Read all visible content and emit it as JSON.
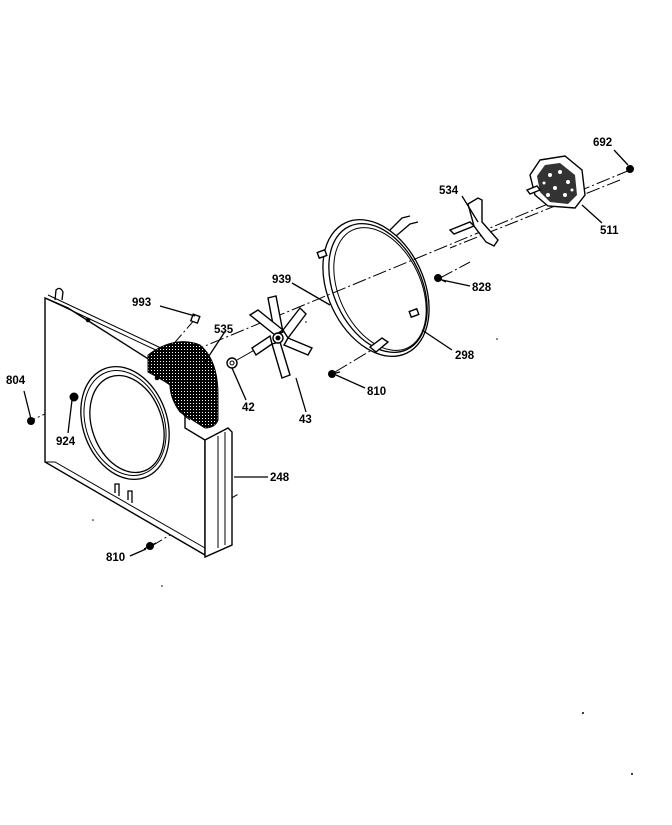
{
  "diagram": {
    "type": "exploded-parts-diagram",
    "subject": "Convection fan assembly",
    "parts": [
      {
        "id": "692",
        "label": "692",
        "description": "nut"
      },
      {
        "id": "534",
        "label": "534",
        "description": "bracket"
      },
      {
        "id": "511",
        "label": "511",
        "description": "fan motor"
      },
      {
        "id": "828",
        "label": "828",
        "description": "screw"
      },
      {
        "id": "939",
        "label": "939",
        "description": "fan element support"
      },
      {
        "id": "298",
        "label": "298",
        "description": "convection heating element"
      },
      {
        "id": "810a",
        "label": "810",
        "description": "screw"
      },
      {
        "id": "993",
        "label": "993",
        "description": "clip"
      },
      {
        "id": "535",
        "label": "535",
        "description": "screen / mesh shroud"
      },
      {
        "id": "42",
        "label": "42",
        "description": "nut"
      },
      {
        "id": "43",
        "label": "43",
        "description": "fan blade"
      },
      {
        "id": "804",
        "label": "804",
        "description": "screw"
      },
      {
        "id": "924",
        "label": "924",
        "description": "grommet"
      },
      {
        "id": "248",
        "label": "248",
        "description": "fan cover panel"
      },
      {
        "id": "810b",
        "label": "810",
        "description": "screw"
      }
    ]
  },
  "labels": {
    "l692": "692",
    "l534": "534",
    "l511": "511",
    "l828": "828",
    "l939": "939",
    "l298": "298",
    "l810a": "810",
    "l993": "993",
    "l535": "535",
    "l42": "42",
    "l43": "43",
    "l804": "804",
    "l924": "924",
    "l248": "248",
    "l810b": "810"
  }
}
